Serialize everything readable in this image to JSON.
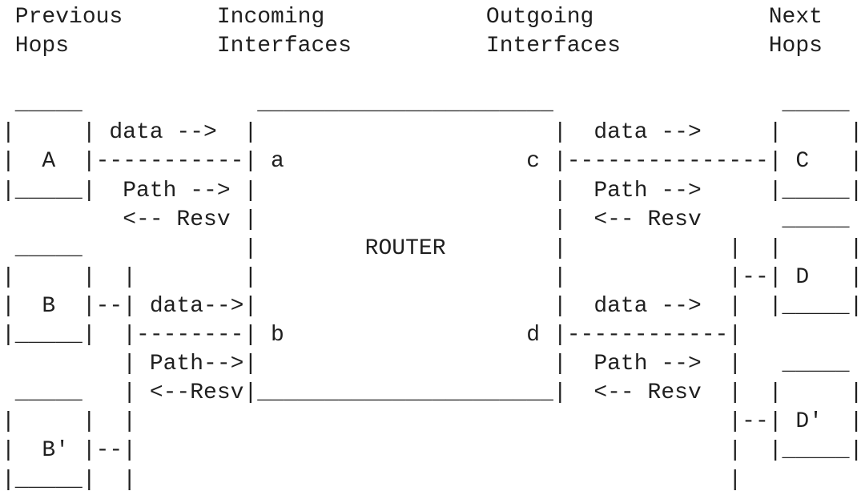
{
  "diagram": {
    "lines": [
      " Previous       Incoming            Outgoing             Next",
      " Hops           Interfaces          Interfaces           Hops",
      "",
      " _____             ______________________                 _____",
      "|     | data -->  |                      |  data -->     |     |",
      "|  A  |-----------| a                  c |---------------| C   |",
      "|_____|  Path --> |                      |  Path -->     |_____|",
      "         <-- Resv |                      |  <-- Resv      _____",
      " _____            |        ROUTER        |            |  |     |",
      "|     |  |        |                      |            |--| D   |",
      "|  B  |--| data-->|                      |  data -->  |  |_____|",
      "|_____|  |--------| b                  d |------------|",
      "         | Path-->|                      |  Path -->  |   _____",
      " _____   | <--Resv|______________________|  <-- Resv  |  |     |",
      "|     |  |                                            |--| D'  |",
      "|  B' |--|                                            |  |_____|",
      "|_____|  |                                            |"
    ],
    "column_headers": [
      "Previous Hops",
      "Incoming Interfaces",
      "Outgoing Interfaces",
      "Next Hops"
    ],
    "router_label": "ROUTER",
    "previous_hop_nodes": [
      "A",
      "B",
      "B'"
    ],
    "next_hop_nodes": [
      "C",
      "D",
      "D'"
    ],
    "incoming_interface_labels": [
      "a",
      "b"
    ],
    "outgoing_interface_labels": [
      "c",
      "d"
    ],
    "flow_labels": [
      "data -->",
      "Path -->",
      "<-- Resv"
    ],
    "colors": {
      "background": "#ffffff",
      "text": "#1f1f1f"
    }
  }
}
